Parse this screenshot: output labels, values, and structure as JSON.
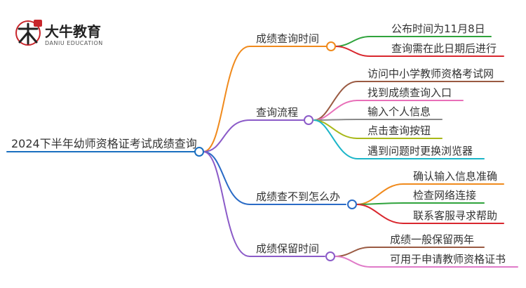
{
  "logo": {
    "title": "大牛教育",
    "subtitle": "DANIU EDUCATION",
    "mark_glyph": "大牛"
  },
  "colors": {
    "root": "#1a6fc0",
    "time": "#f08a1c",
    "process": "#8b5bc8",
    "help": "#2a6bc6",
    "keep": "#8b5bc8",
    "red": "#d9272e",
    "green": "#2fa33c",
    "brown": "#9a5a42",
    "pink": "#e86fb8",
    "olive": "#a8b818",
    "cyan": "#1bb5c8",
    "orange": "#f08a1c",
    "magenta": "#e07ac8"
  },
  "mindmap": {
    "root": "2024下半年幼师资格证考试成绩查询",
    "branches": [
      {
        "label": "成绩查询时间",
        "children": [
          "公布时间为11月8日",
          "查询需在此日期后进行"
        ]
      },
      {
        "label": "查询流程",
        "children": [
          "访问中小学教师资格考试网",
          "找到成绩查询入口",
          "输入个人信息",
          "点击查询按钮",
          "遇到问题时更换浏览器"
        ]
      },
      {
        "label": "成绩查不到怎么办",
        "children": [
          "确认输入信息准确",
          "检查网络连接",
          "联系客服寻求帮助"
        ]
      },
      {
        "label": "成绩保留时间",
        "children": [
          "成绩一般保留两年",
          "可用于申请教师资格证书"
        ]
      }
    ]
  }
}
